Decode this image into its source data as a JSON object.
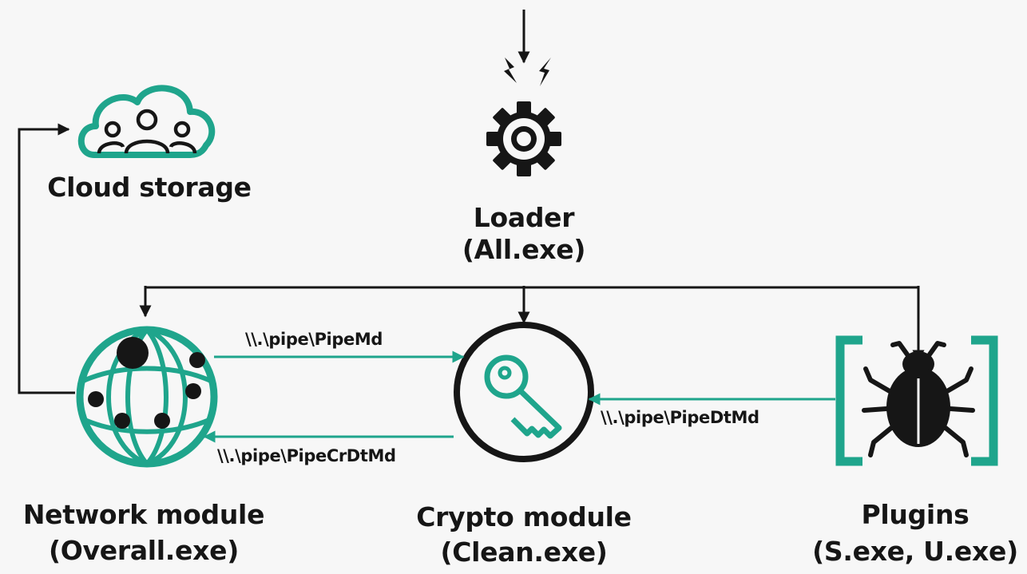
{
  "nodes": {
    "cloud": {
      "name": "Cloud storage"
    },
    "loader": {
      "name": "Loader",
      "file": "(All.exe)"
    },
    "network": {
      "name": "Network module",
      "file": "(Overall.exe)"
    },
    "crypto": {
      "name": "Crypto module",
      "file": "(Clean.exe)"
    },
    "plugins": {
      "name": "Plugins",
      "file": "(S.exe, U.exe)"
    }
  },
  "pipes": {
    "pipe_md": "\\\\.\\pipe\\PipeMd",
    "pipe_crdtmd": "\\\\.\\pipe\\PipeCrDtMd",
    "pipe_dtmd": "\\\\.\\pipe\\PipeDtMd"
  },
  "icons": {
    "cloud": "cloud-users-icon",
    "loader": "gear-icon",
    "lightning": "lightning-icon",
    "network": "network-globe-icon",
    "crypto": "key-icon",
    "plugins": "bug-icon"
  },
  "colors": {
    "accent": "#1fa58c",
    "ink": "#161616",
    "background": "#f7f7f7"
  }
}
